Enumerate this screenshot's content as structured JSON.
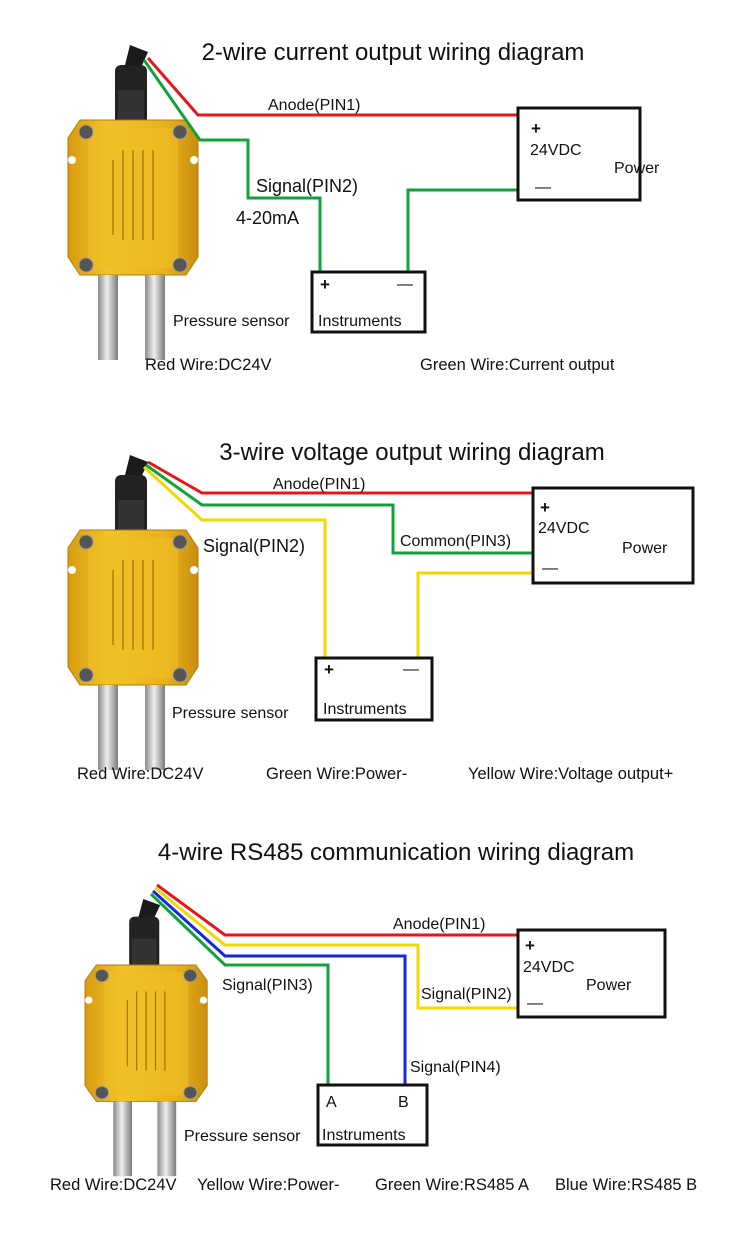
{
  "colors": {
    "red": "#e8141c",
    "green": "#12a23a",
    "yellow": "#f0d800",
    "blue": "#1428e0",
    "sensor_body": "#e8b21e"
  },
  "diagram_2wire": {
    "title": "2-wire current output wiring diagram",
    "anode_label": "Anode(PIN1)",
    "signal_label": "Signal(PIN2)",
    "current_label": "4-20mA",
    "power": {
      "plus": "+",
      "voltage": "24VDC",
      "label": "Power",
      "minus": "—"
    },
    "instruments": {
      "plus": "+",
      "minus": "—",
      "label": "Instruments"
    },
    "sensor_label": "Pressure sensor",
    "legend": [
      "Red Wire:DC24V",
      "Green Wire:Current output"
    ]
  },
  "diagram_3wire": {
    "title": "3-wire voltage output wiring diagram",
    "anode_label": "Anode(PIN1)",
    "common_label": "Common(PIN3)",
    "signal_label": "Signal(PIN2)",
    "power": {
      "plus": "+",
      "voltage": "24VDC",
      "label": "Power",
      "minus": "—"
    },
    "instruments": {
      "plus": "+",
      "minus": "—",
      "label": "Instruments"
    },
    "sensor_label": "Pressure sensor",
    "legend": [
      "Red Wire:DC24V",
      "Green Wire:Power-",
      "Yellow Wire:Voltage output+"
    ]
  },
  "diagram_4wire": {
    "title": "4-wire RS485 communication wiring diagram",
    "anode_label": "Anode(PIN1)",
    "signal_pin2_label": "Signal(PIN2)",
    "signal_pin3_label": "Signal(PIN3)",
    "signal_pin4_label": "Signal(PIN4)",
    "power": {
      "plus": "+",
      "voltage": "24VDC",
      "label": "Power",
      "minus": "—"
    },
    "instruments": {
      "a": "A",
      "b": "B",
      "label": "Instruments"
    },
    "sensor_label": "Pressure sensor",
    "legend": [
      "Red Wire:DC24V",
      "Yellow Wire:Power-",
      "Green Wire:RS485 A",
      "Blue Wire:RS485 B"
    ]
  }
}
